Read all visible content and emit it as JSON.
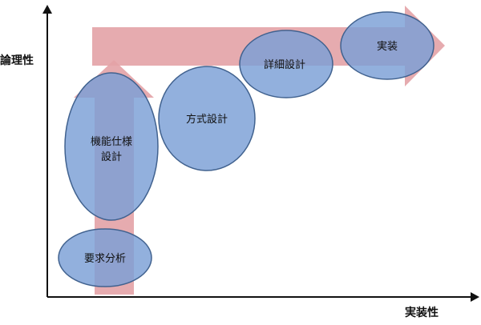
{
  "axes": {
    "y_label": "論理性",
    "x_label": "実装性"
  },
  "nodes": [
    {
      "id": "requirements",
      "lines": [
        "要求分析"
      ]
    },
    {
      "id": "functional",
      "lines": [
        "機能仕様",
        "設計"
      ]
    },
    {
      "id": "method",
      "lines": [
        "方式設計"
      ]
    },
    {
      "id": "detailed",
      "lines": [
        "詳細設計"
      ]
    },
    {
      "id": "implementation",
      "lines": [
        "実装"
      ]
    }
  ],
  "colors": {
    "axis": "#111111",
    "arrow": "#e3a2a6",
    "ellipse_fill": "#7a9fd6",
    "ellipse_stroke": "#41628f",
    "text": "#111111"
  }
}
